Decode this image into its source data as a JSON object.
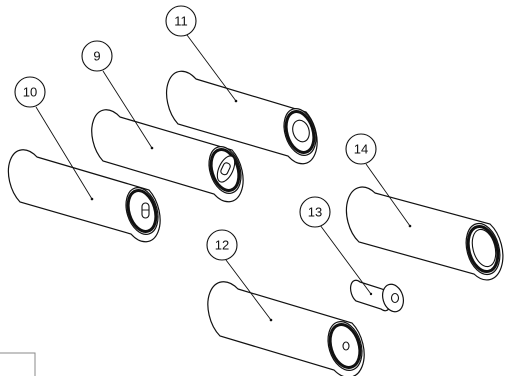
{
  "drawing": {
    "parts": [
      {
        "label": "9"
      },
      {
        "label": "10"
      },
      {
        "label": "11"
      },
      {
        "label": "12"
      },
      {
        "label": "13"
      },
      {
        "label": "14"
      }
    ]
  },
  "colors": {
    "line": "#111111",
    "background": "#ffffff"
  }
}
